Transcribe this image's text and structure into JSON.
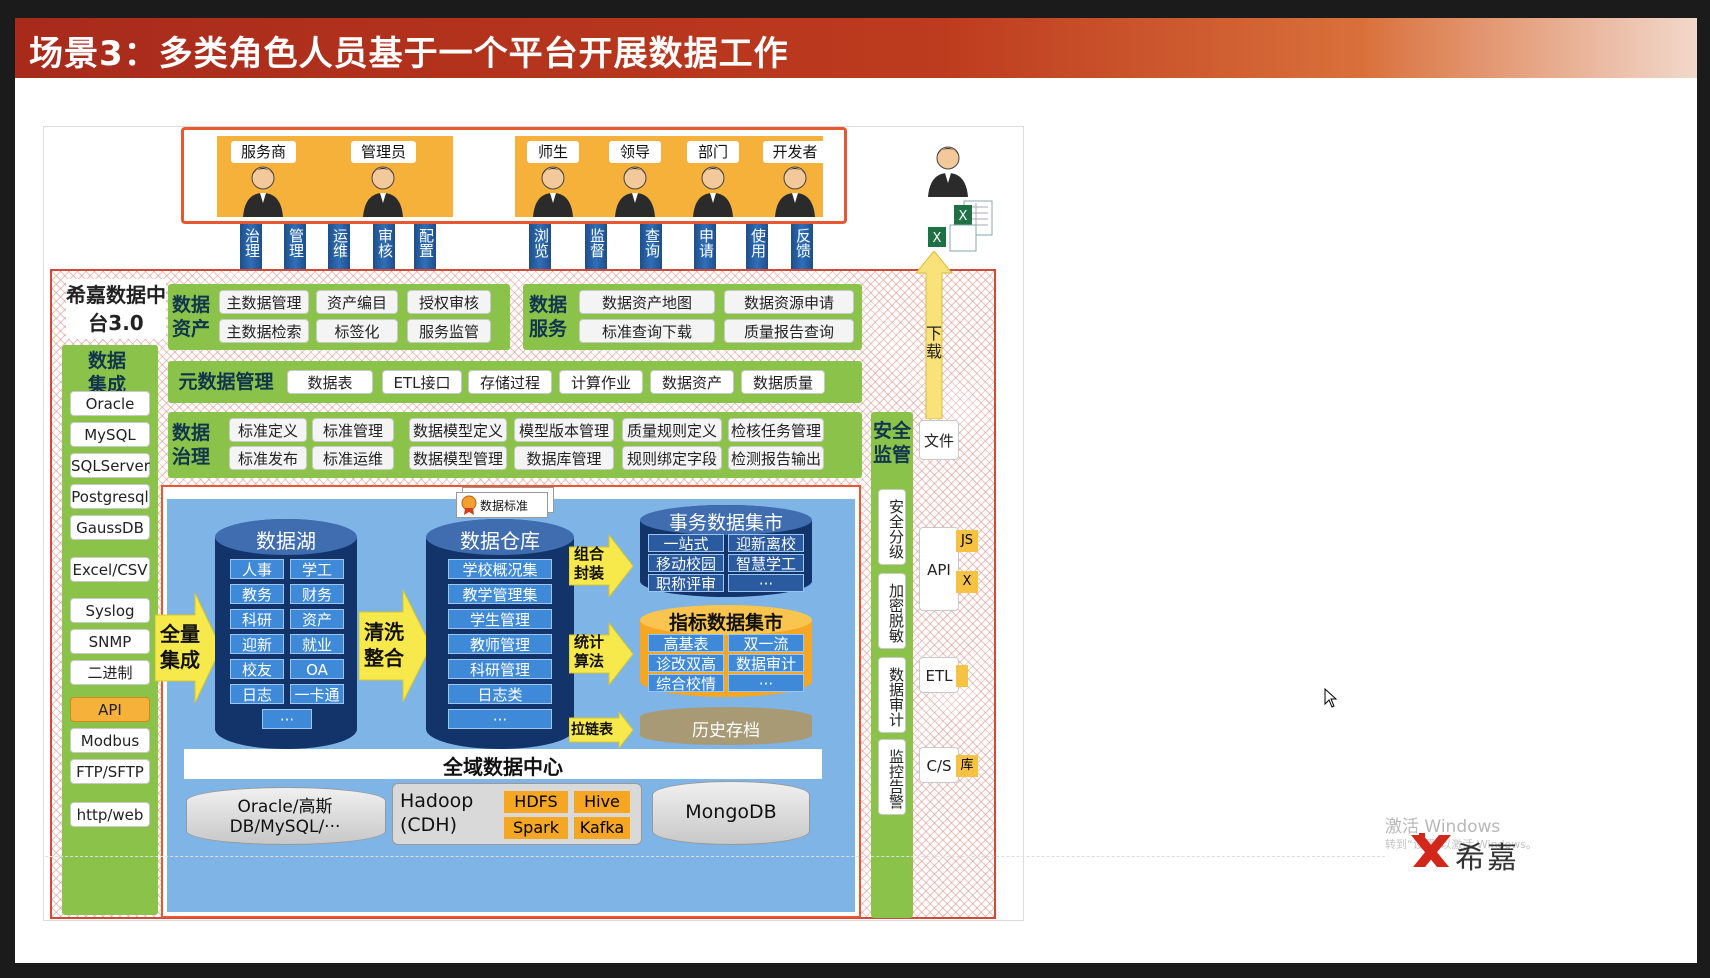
{
  "title": "场景3：多类角色人员基于一个平台开展数据工作",
  "roles_left": [
    "服务商",
    "管理员"
  ],
  "roles_right": [
    "师生",
    "领导",
    "部门",
    "开发者"
  ],
  "actions": [
    "治理",
    "管理",
    "运维",
    "审核",
    "配置",
    "浏览",
    "监督",
    "查询",
    "申请",
    "使用",
    "反馈"
  ],
  "platform_name": "希嘉数据中台3.0",
  "data_asset": {
    "label": "数据资产",
    "items": [
      "主数据管理",
      "资产编目",
      "授权审核",
      "主数据检索",
      "标签化",
      "服务监管"
    ]
  },
  "data_service": {
    "label": "数据服务",
    "items": [
      "数据资产地图",
      "数据资源申请",
      "标准查询下载",
      "质量报告查询"
    ]
  },
  "metadata": {
    "label": "元数据管理",
    "items": [
      "数据表",
      "ETL接口",
      "存储过程",
      "计算作业",
      "数据资产",
      "数据质量"
    ]
  },
  "governance": {
    "label": "数据治理",
    "items": [
      "标准定义",
      "标准管理",
      "数据模型定义",
      "模型版本管理",
      "质量规则定义",
      "检核任务管理",
      "标准发布",
      "标准运维",
      "数据模型管理",
      "数据库管理",
      "规则绑定字段",
      "检测报告输出"
    ]
  },
  "integration": {
    "label": "数据集成",
    "sources": [
      "Oracle",
      "MySQL",
      "SQLServer",
      "Postgresql",
      "GaussDB",
      "Excel/CSV",
      "Syslog",
      "SNMP",
      "二进制",
      "API",
      "Modbus",
      "FTP/SFTP",
      "http/web"
    ]
  },
  "security": {
    "label": "安全监管",
    "items": [
      "安全分级",
      "加密脱敏",
      "数据审计",
      "监控告警"
    ]
  },
  "download": "下载",
  "right_outputs": [
    "文件",
    "API",
    "ETL",
    "C/S"
  ],
  "right_tags": [
    "JS",
    "X",
    "库"
  ],
  "data_lake": {
    "title": "数据湖",
    "items": [
      "人事",
      "学工",
      "教务",
      "财务",
      "科研",
      "资产",
      "迎新",
      "就业",
      "校友",
      "OA",
      "日志",
      "一卡通",
      "···"
    ]
  },
  "full_collect": "全量集成",
  "clean_merge": "清洗整合",
  "data_standard": "数据标准",
  "warehouse": {
    "title": "数据仓库",
    "items": [
      "学校概况集",
      "教学管理集",
      "学生管理",
      "教师管理",
      "科研管理",
      "日志类",
      "···"
    ]
  },
  "combine": "组合封装",
  "stats": "统计算法",
  "zipper": "拉链表",
  "biz_mart": {
    "title": "事务数据集市",
    "items": [
      "一站式",
      "迎新离校",
      "移动校园",
      "智慧学工",
      "职称评审",
      "···"
    ]
  },
  "index_mart": {
    "title": "指标数据集市",
    "items": [
      "高基表",
      "双一流",
      "诊改双高",
      "数据审计",
      "综合校情",
      "···"
    ]
  },
  "history": "历史存档",
  "data_center": "全域数据中心",
  "storage": {
    "oracle": "Oracle/高斯DB/MySQL/···",
    "hadoop": "Hadoop (CDH)",
    "hadoop_items": [
      "HDFS",
      "Hive",
      "Spark",
      "Kafka"
    ],
    "mongo": "MongoDB"
  },
  "watermark": {
    "line1": "激活 Windows",
    "line2": "转到“设置”以激活 Windows。"
  },
  "logo": "希嘉"
}
